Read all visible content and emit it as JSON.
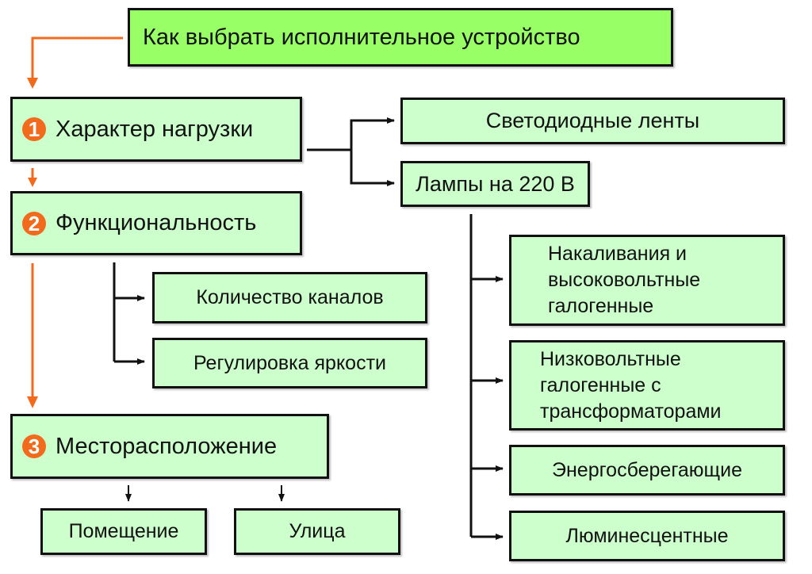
{
  "title": "Как выбрать исполнительное устройство",
  "steps": [
    {
      "number": "1",
      "label": "Характер нагрузки"
    },
    {
      "number": "2",
      "label": "Функциональность"
    },
    {
      "number": "3",
      "label": "Месторасположение"
    }
  ],
  "load_types": [
    "Светодиодные ленты",
    "Лампы на 220 В"
  ],
  "lamp_types": [
    "Накаливания и\nвысоковольтные\nгалогенные",
    "Низковольтные\nгалогенные с\nтрансформаторами",
    "Энергосберегающие",
    "Люминесцентные"
  ],
  "functions": [
    "Количество каналов",
    "Регулировка яркости"
  ],
  "locations": [
    "Помещение",
    "Улица"
  ],
  "colors": {
    "accent": "#f26a1b",
    "title_fill": "#99ff66",
    "box_fill": "#ccffcc",
    "stroke": "#111111"
  }
}
